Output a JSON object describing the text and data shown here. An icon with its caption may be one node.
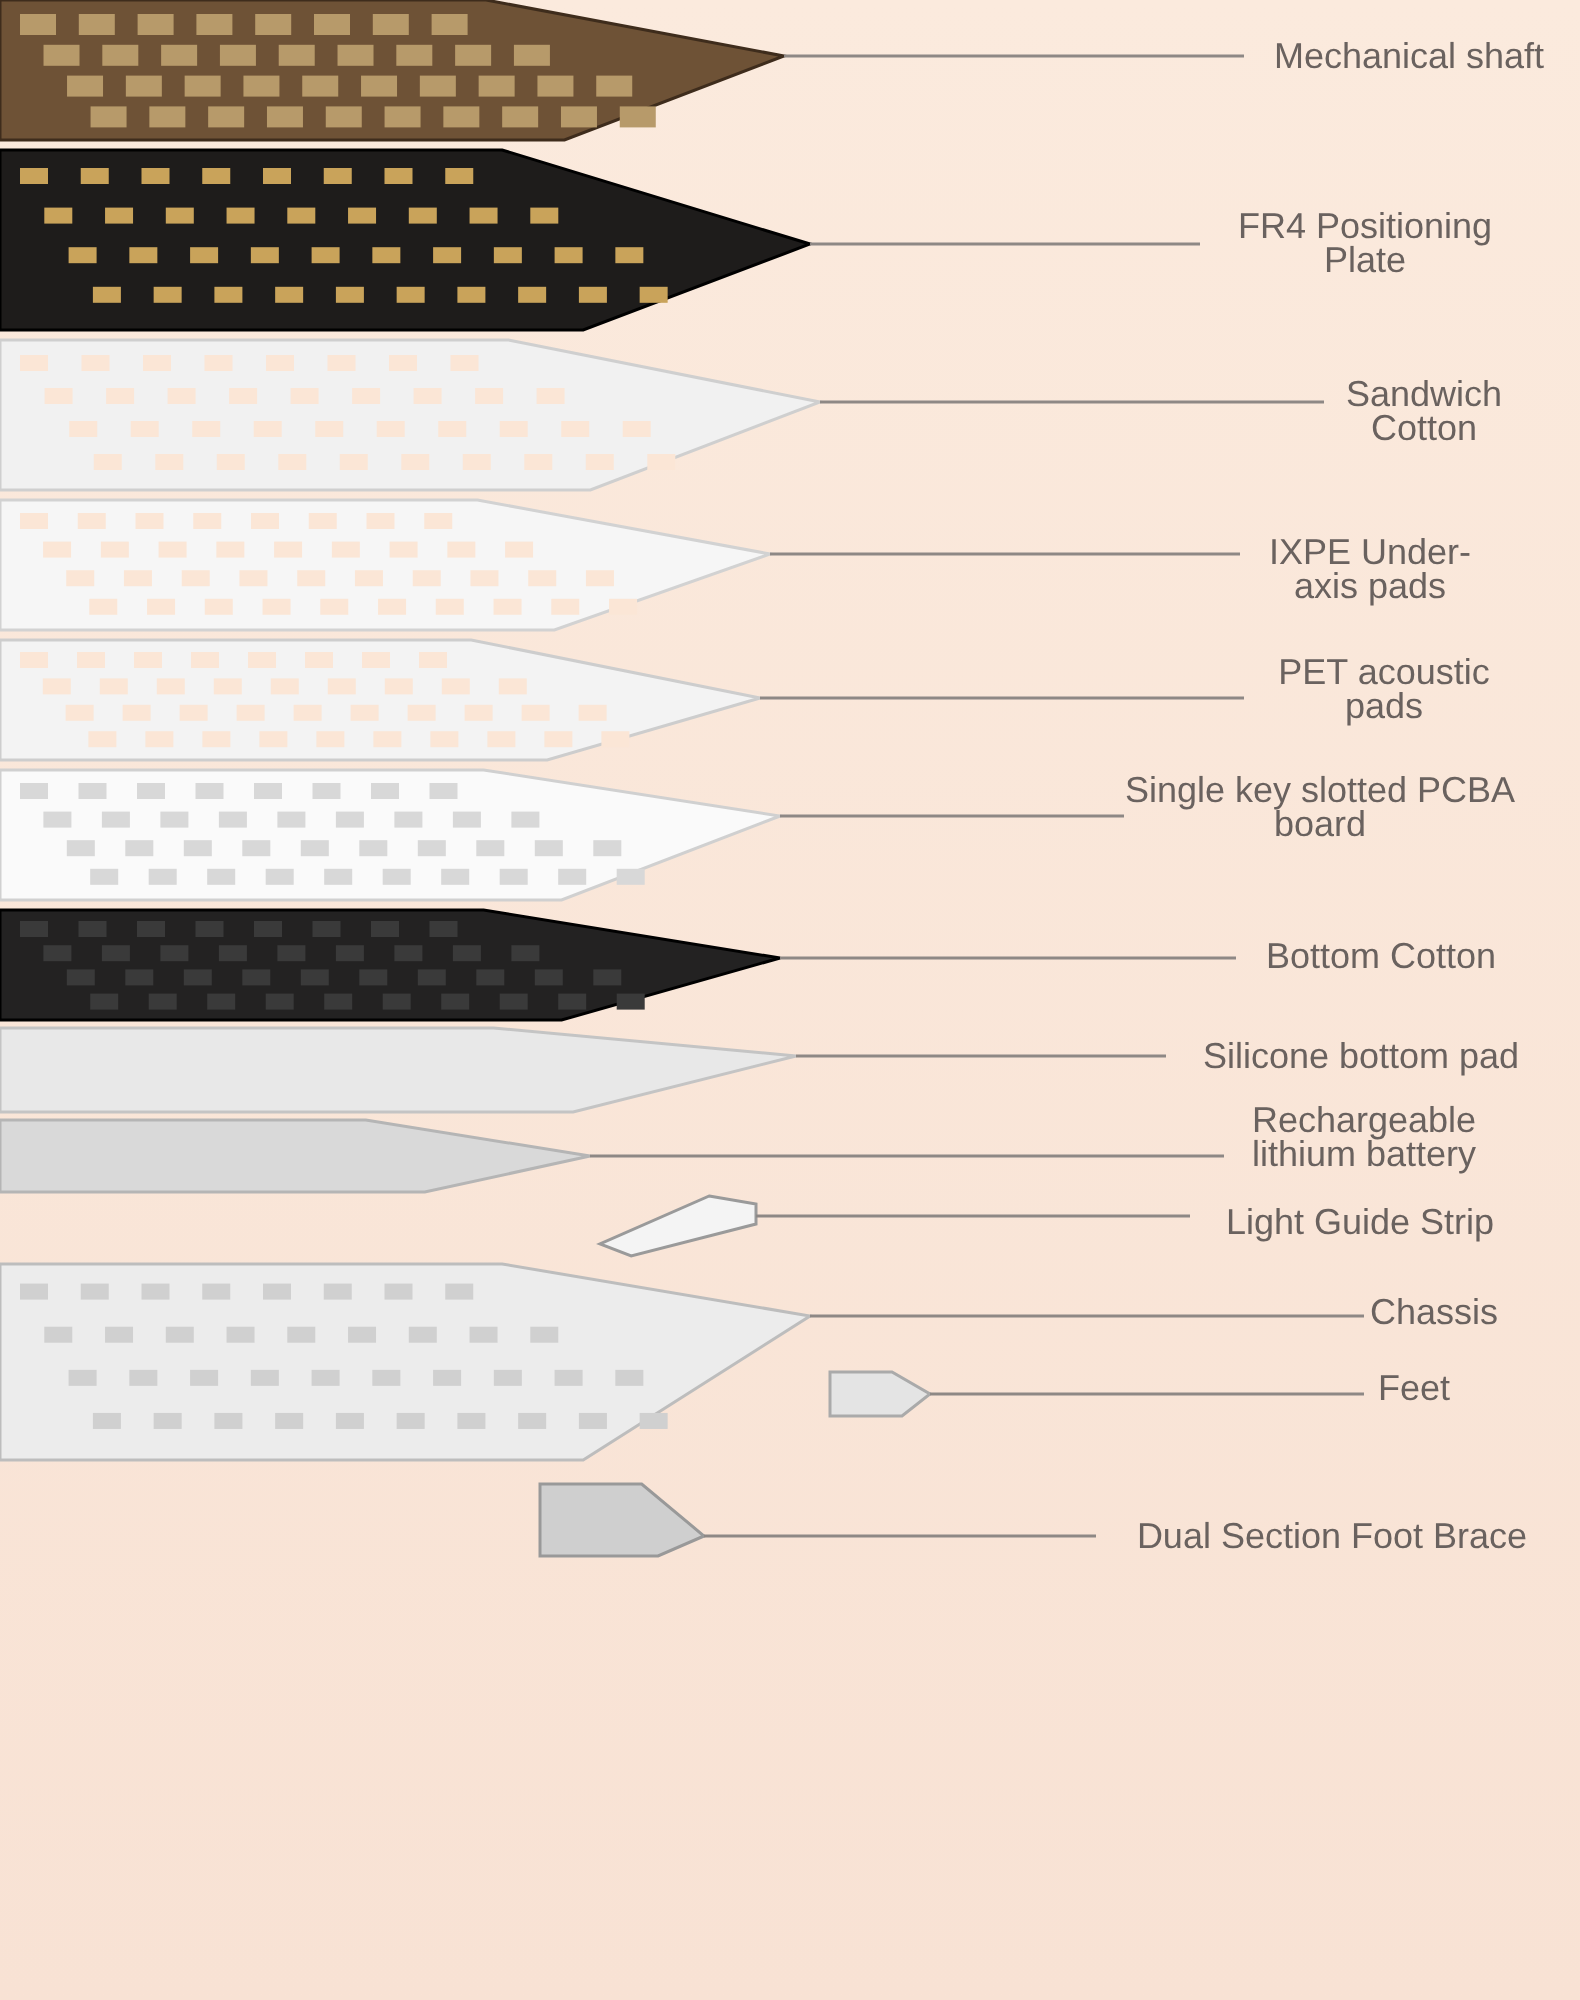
{
  "diagram": {
    "nodes": [
      {
        "text": [
          "Mechanical shaft"
        ]
      },
      {
        "text": [
          "FR4 Positioning Plate"
        ]
      },
      {
        "text": [
          "Sandwich Cotton"
        ]
      },
      {
        "text": [
          "IXPE Under-axis pads"
        ]
      },
      {
        "text": [
          "PET acoustic pads"
        ]
      },
      {
        "text": [
          "Single key slotted PCBA board"
        ]
      },
      {
        "text": [
          "Bottom Cotton"
        ]
      },
      {
        "text": [
          "Silicone bottom pad"
        ]
      },
      {
        "text": [
          "Rechargeable lithium battery"
        ]
      },
      {
        "text": [
          "Light Guide Strip"
        ]
      },
      {
        "text": [
          "Chassis"
        ]
      },
      {
        "text": [
          "Feet"
        ]
      },
      {
        "text": [
          "Dual Section Foot Brace"
        ]
      },
      {
        "text": [],
        "shape": "picture"
      },
      {
        "text": [],
        "shape": "picture"
      },
      {
        "text": [],
        "shape": "picture"
      },
      {
        "text": [],
        "shape": "picture"
      },
      {
        "text": [],
        "shape": "picture"
      },
      {
        "text": [],
        "shape": "picture"
      },
      {
        "text": [],
        "shape": "picture"
      },
      {
        "text": [],
        "shape": "picture"
      },
      {
        "text": [],
        "shape": "picture"
      },
      {
        "text": [],
        "shape": "picture"
      },
      {
        "text": [],
        "shape": "picture"
      },
      {
        "text": [],
        "shape": "picture"
      },
      {
        "text": [],
        "shape": "picture"
      }
    ],
    "edges": [
      {
        "from": 0,
        "to": 13,
        "arrow": "none"
      },
      {
        "from": 1,
        "to": 14,
        "arrow": "none"
      },
      {
        "from": 2,
        "to": 15,
        "arrow": "none"
      },
      {
        "from": 3,
        "to": 16,
        "arrow": "none"
      },
      {
        "from": 4,
        "to": 17,
        "arrow": "none"
      },
      {
        "from": 5,
        "to": 18,
        "arrow": "none"
      },
      {
        "from": 6,
        "to": 19,
        "arrow": "none"
      },
      {
        "from": 7,
        "to": 20,
        "arrow": "none"
      },
      {
        "from": 8,
        "to": 21,
        "arrow": "none"
      },
      {
        "from": 9,
        "to": 22,
        "arrow": "none"
      },
      {
        "from": 10,
        "to": 23,
        "arrow": "none"
      },
      {
        "from": 11,
        "to": 24,
        "arrow": "none"
      },
      {
        "from": 12,
        "to": 25,
        "arrow": "none"
      }
    ]
  }
}
